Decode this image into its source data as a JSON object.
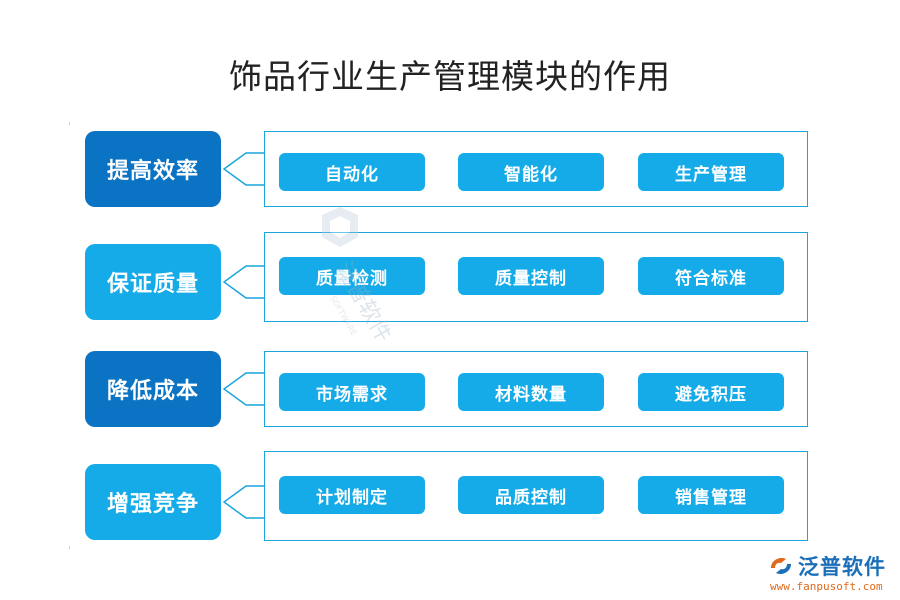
{
  "title": "饰品行业生产管理模块的作用",
  "rows": [
    {
      "category": "提高效率",
      "items": [
        "自动化",
        "智能化",
        "生产管理"
      ]
    },
    {
      "category": "保证质量",
      "items": [
        "质量检测",
        "质量控制",
        "符合标准"
      ]
    },
    {
      "category": "降低成本",
      "items": [
        "市场需求",
        "材料数量",
        "避免积压"
      ]
    },
    {
      "category": "增强竞争",
      "items": [
        "计划制定",
        "品质控制",
        "销售管理"
      ]
    }
  ],
  "watermark": {
    "text": "泛普软件",
    "subtext": "SOFTWARE"
  },
  "logo": {
    "name": "泛普软件",
    "url": "www.fanpusoft.com"
  },
  "colors": {
    "dark_blue": "#0b73c4",
    "light_blue": "#14abe8",
    "border": "#1aa6dd"
  }
}
